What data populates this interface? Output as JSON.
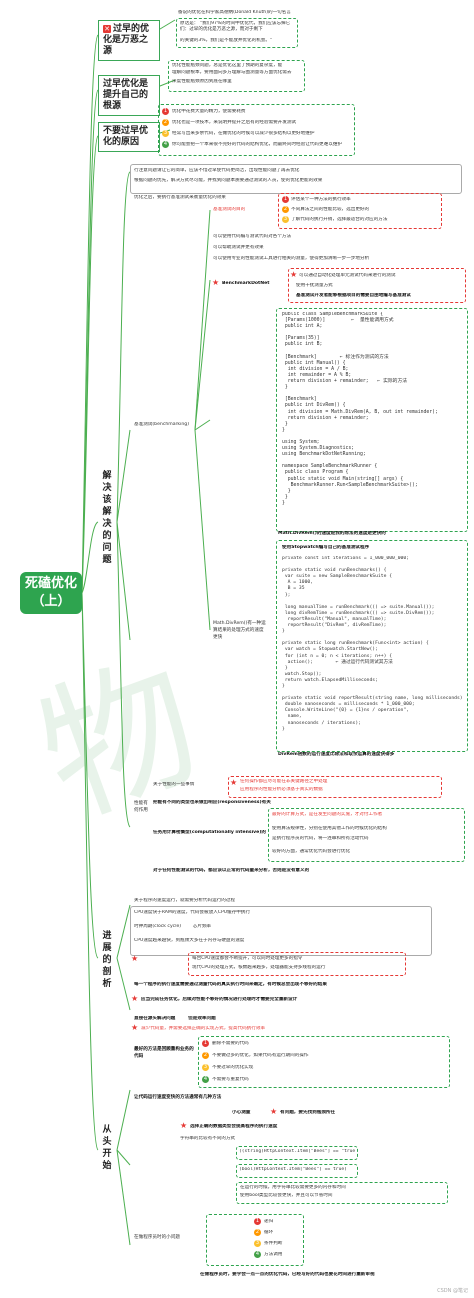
{
  "root": {
    "title": "死磕优化（上）"
  },
  "watermark": "物",
  "footer": "CSDN @笔记",
  "branches": {
    "b1": {
      "label": "过早的优化是万恶之源",
      "lines": [
        "备说的优化在科学家高德纳(Donald Knuth)的一句名言",
        "原话是：  \"我们97%的时间中优化代，我们应该忘掉它们：过早的优化是万恶之源，而对于剩下",
        "的关键的3%，我们是不能放弃优化的机会。\""
      ]
    },
    "b2": {
      "label": "过早优化是提升自己的根源",
      "lines": [
        "优化性能瓶颈问题，总是优化这里了预期的复杂度，能",
        "理解问题根本，要用面向多方理解与图测量等方面优化需去",
        "深度性能瓶颈原因到底在哪里"
      ]
    },
    "b3": {
      "label": "不要过早优化的原因",
      "items": [
        "优化中花费大量的精力，使需要耗费",
        "优化也是一项技术，来说明并提升之后有的经验需要开发测试",
        "经常写出来多余代码，在做优化的时候可以减少很多结构以更好地维护",
        "你可能会把一个本来很不完好的代码的结构优化，而最终同时经验让代码更难以维护"
      ]
    },
    "b4": {
      "label": "解决该解决的问题",
      "intro": [
        "行注意问题请让它的简单，应该不惜过早使代码更简洁，出现性能问题了再去优化",
        "根据问题的优先，解决方式尽可能，并找到问题本质要通过测试的人员，使的优化更能的效果",
        "优化之后，要执行基准测试来衡量优化的效果"
      ],
      "benchmark": {
        "label": "基准测试(benchmarking)",
        "why_label": "基准测试的目的",
        "why": [
          "评估某个一种方法的执行效率",
          "不同算法之间的性能比较，选出更好的",
          "了解代码的执行开销，选择最适合的对应的方法"
        ],
        "lines": [
          "可以使用代码编写测试代码对各个方法",
          "可以帮助测试并更有效果",
          "可以使用专业的性能测试工具进行相关的测量，使得更加清晰一步一步地分析"
        ],
        "dotnet_label": "BenchmarkDotNet",
        "dotnet_items": [
          "可以通过自动化处理单元测试代码来进行的测试",
          "使用干扰测量方式",
          "基准测试开发者能够根据项目的需要自由地编写基准测试"
        ],
        "code1": "public class SampleBenchmarkSuite {\n [Params(1000)]         ←  量性能调用方式\n public int A;\n\n [Params(35)]\n public int B;\n\n [Benchmark]        ← 标注作为测试的方法\n public int Manual() {\n  int division = A / B;\n  int remainder = A % B;\n  return division + remainder;   ← 实际的方法\n }\n\n [Benchmark]\n public int DivRem() {\n  int division = Math.DivRem(A, B, out int remainder);\n  return division + remainder;\n }\n}\n\nusing System;\nusing System.Diagnostics;\nusing BenchmarkDotNetRunning;\n\nnamespace SampleBenchmarkRunner {\n public class Program {\n  public static void Main(string[] args) {\n   BenchmarkRunner.Run<SampleBenchmarkSuite>();\n  }\n }\n}",
        "note1": "Math.DivRem()的速度是我的除法的速度是更快的",
        "stopwatch_label": "Math.DivRem()有一种运算结果的处理方式的速度更快",
        "stopwatch_title": "使用Stopwatch编写自己的基准测试程序",
        "code2": "private const int iterations = 1_000_000_000;\n\nprivate static void runBenchmarks() {\n var suite = new SampleBenchmarkSuite {\n  A = 1000,\n  B = 35\n };\n\n long manualTime = runBenchmark(() => suite.Manual());\n long divRemTime = runBenchmark(() => suite.DivRem());\n  reportResult(\"Manual\", manualTime);\n  reportResult(\"DivRem\", divRemTime);\n}\n\nprivate static long runBenchmark(Func<int> action) {\n var watch = Stopwatch.StartNew();\n for (int n = 0; n < iterations; n++) {\n  action();        ← 通过运行代码测试其方法\n }\n watch.Stop();\n return watch.ElapsedMilliseconds;\n}\n\nprivate static void reportResult(string name, long milliseconds) {\n double nanoseconds = milliseconds * 1_000_000;\n Console.WriteLine(\"{0} = {1}ns / operation\",\n  name,\n  nanoseconds / iterations);\n}",
        "note2": "DivRem函数的运行速度比除法和取余运算的速度快得多"
      },
      "perf": {
        "label": "性能有何作用",
        "line1": "关于性能的一些事情",
        "red_items": [
          "任何操作都应尽可能在非关键路径之中处理",
          "应用程序的性能分析必须基于真实的数据"
        ],
        "line2": "把能有不同的类型也来做出响应(responsiveness)有关",
        "compute": "任务用计算密集型(computationally intensive)的",
        "compute_items": [
          "最好的计算方式，是在发生问题的实施，才对付工作者",
          "使用算法规律性，分别在使用其他工作的时候优化的结构",
          "是执行程序员的代码，将一连串和所有活动代码",
          "较好的方面，通常优化代码会进行优化"
        ],
        "tail": "对于任何性能测试的代码，都应该以正常的代码量来分析，否则是没有意义的"
      }
    },
    "b5": {
      "label": "进展的剖析",
      "lines": [
        "关于程序的速度运行，就需要分析代码运行的过程",
        "CPU速度快于RAM的速度，代码会被放入CPU缓存中执行",
        "时钟周期(clock cycle)        芯片频率",
        "CPU速度越来越快，到瓶颈大多在于内存与硬盘的速度",
        "每台CPU速度都会不断提升，可以同时处理更多的指令",
        "现代CPU的处理方式，核数越来越多，处理器能支持多线程的运行",
        "每一个程序的执行速度需要通过测量代码的真实执行时间来确定，有时候总会出现不够好的结果",
        "应当完成任务优化，后续对性能不够好的情况进行处理时才需要完全重新设计"
      ]
    },
    "b6": {
      "label": "从头开始",
      "lines": [
        "直接在源头解决问题        但是效率问题",
        "减少代码量，并需要选择正确的实现方式，提高代码执行效率"
      ],
      "refactor_label": "最好的方法是回顾重构业务的代码",
      "refactor": [
        "删除不需要的代码",
        "不要做过多的优化，如果代码有运行期间的操作",
        "不要过早的优化实现",
        "不需要写重复代码"
      ],
      "choose": "让代码运行速度变快的方法通常有几种方法",
      "choose_items": [
        "小心测量",
        "有问题，要先找到瓶颈所在"
      ],
      "compare_label": "选择正确的数据类型会提高程序的执行速度",
      "compare_text": "字符串的比较有不同的方式",
      "compare_code1": "((string)HttpContext.Item[\"Bees\"] == \"true\")",
      "compare_code2": "(bool)HttpContext.Item[\"Bees\"] == true)",
      "compare_note": [
        "在运行的时候，用字符串比较需要更多的内存和时间",
        "使用bool类型比较会更快，并且可以节省时间"
      ],
      "loop_label": "在做程序员时的小问题",
      "loop_items": [
        "递归",
        "循环",
        "条件判断",
        "方法调用"
      ],
      "tail": "在做程序员时，要学会一点一点的优化代码，已经写好的代码也要花时间进行重新审视"
    }
  }
}
